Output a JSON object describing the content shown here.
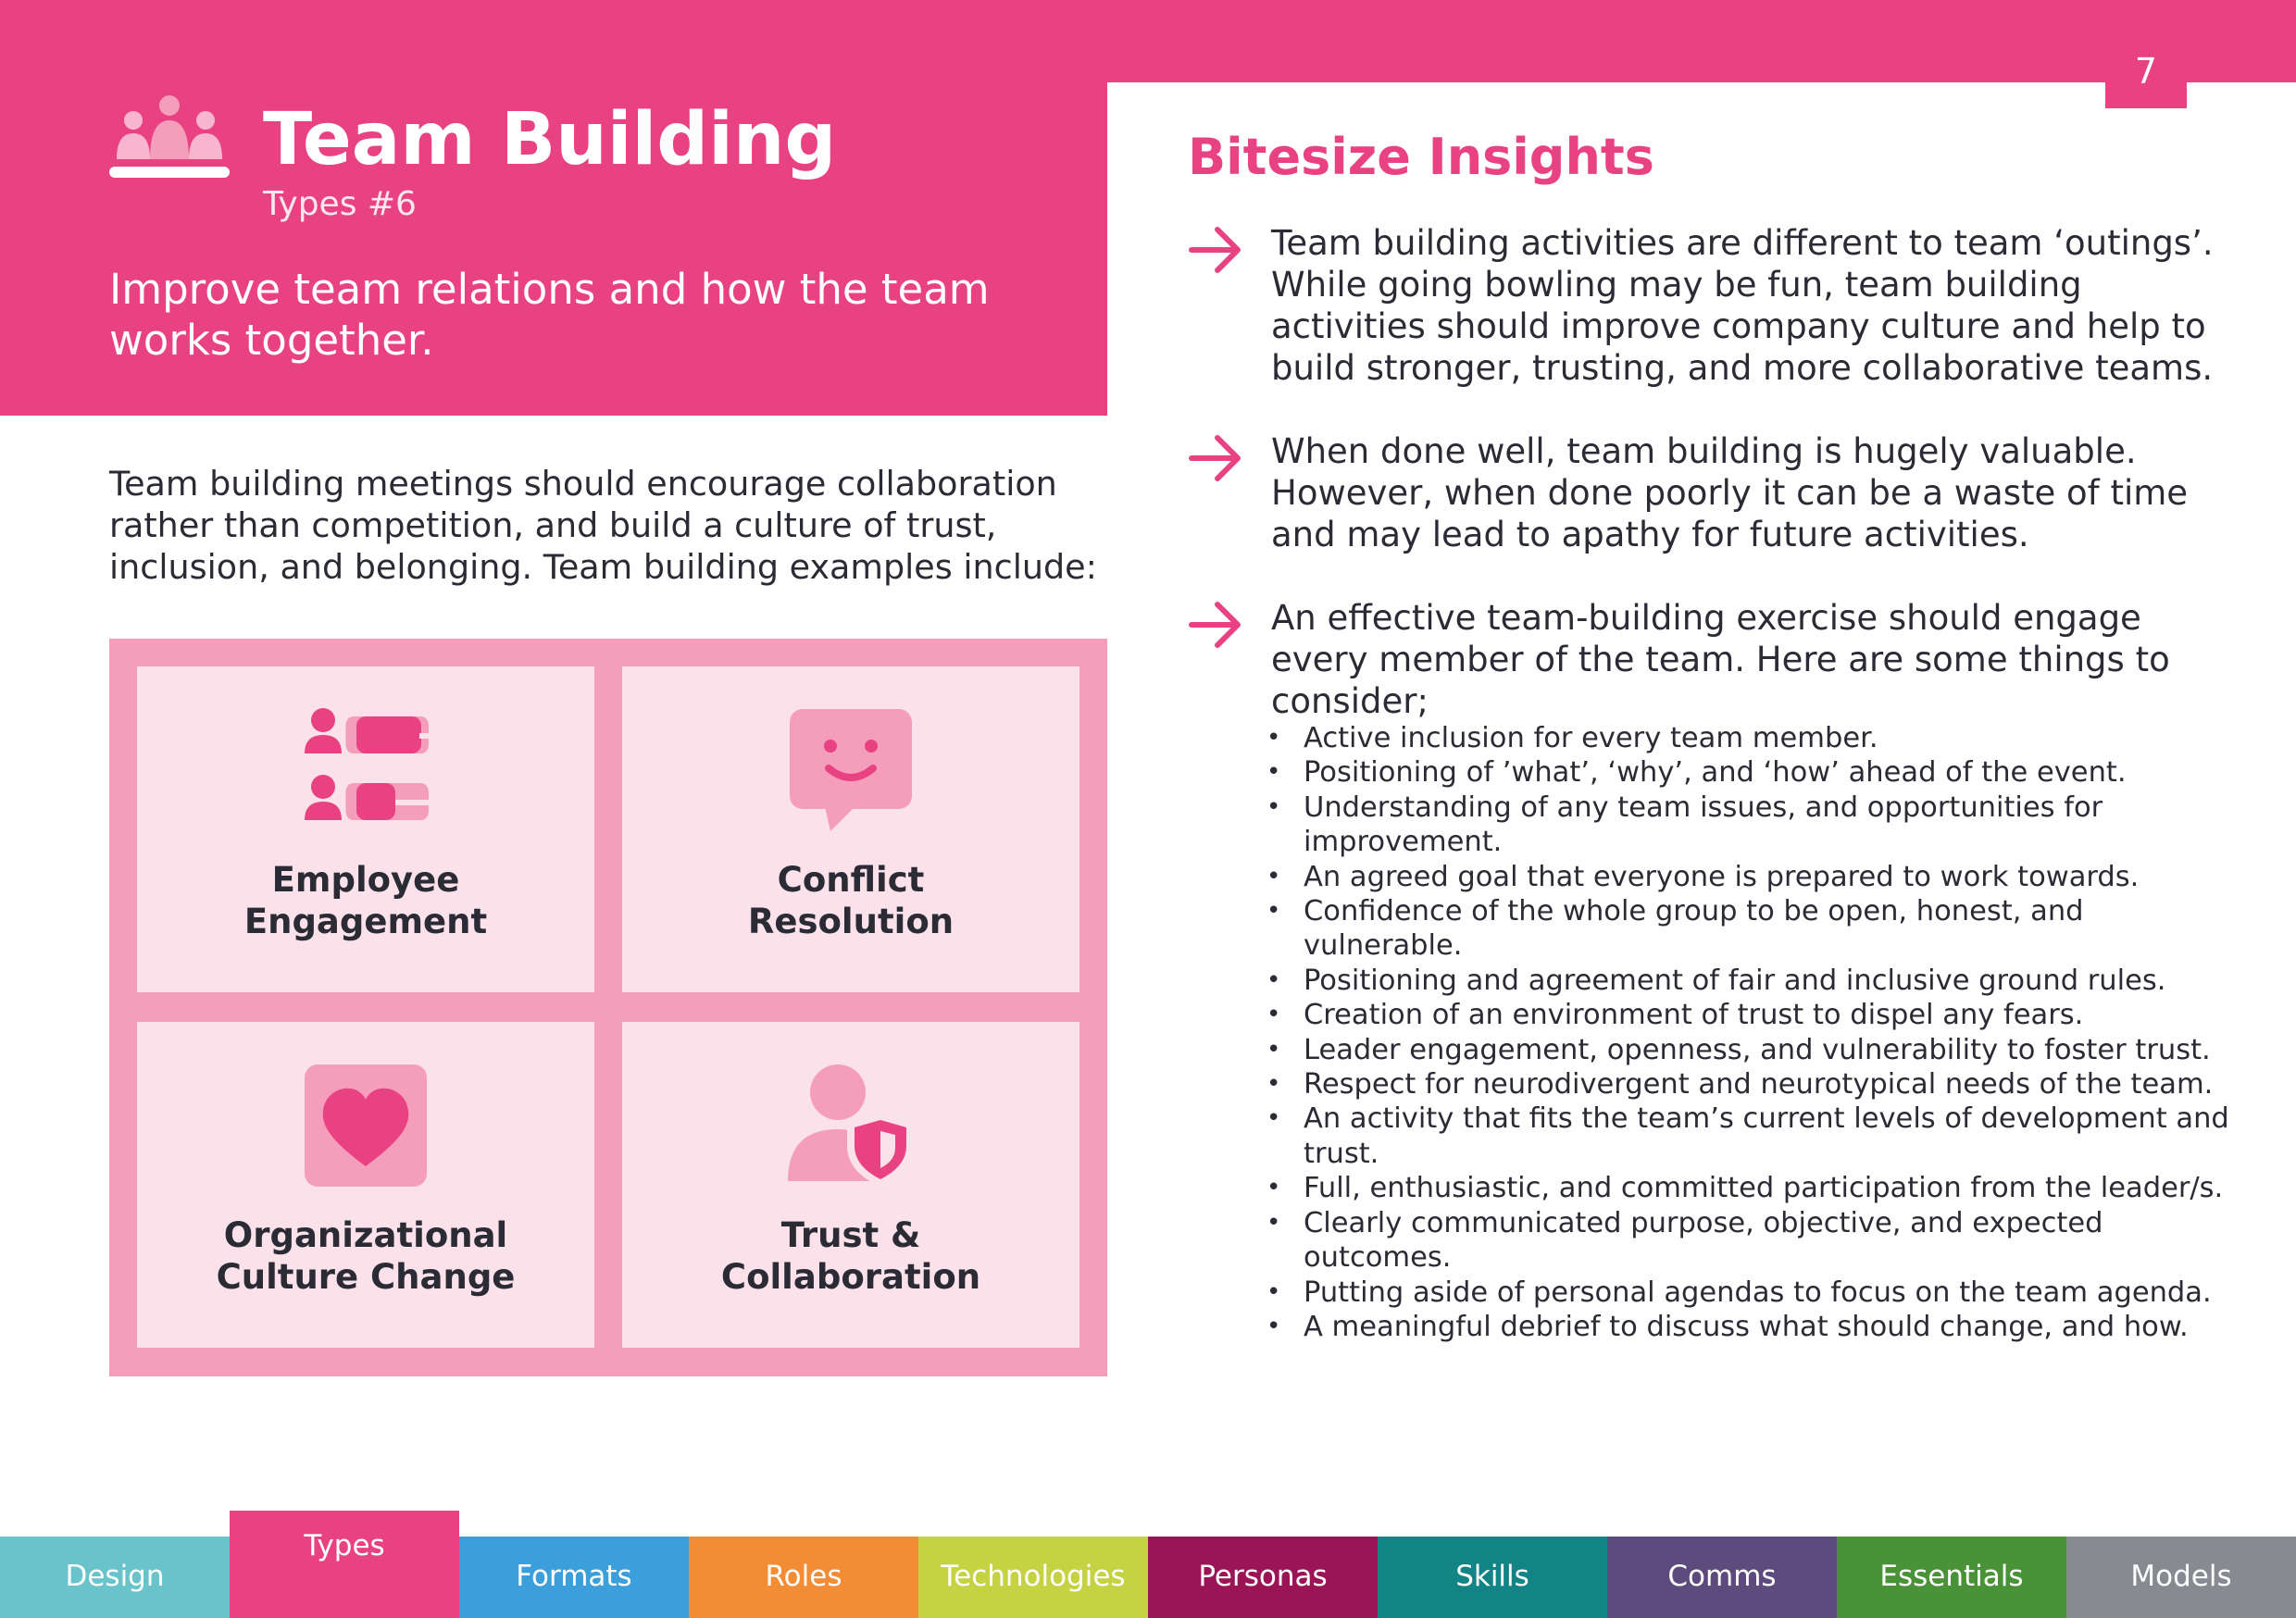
{
  "page_number": "7",
  "header": {
    "title": "Team Building",
    "subtitle": "Types #6",
    "description": "Improve team relations and how the team works together."
  },
  "intro": "Team building meetings should encourage collaboration rather than competition, and build a culture of trust, inclusion, and belonging. Team building examples include:",
  "examples": [
    {
      "label": "Employee\nEngagement",
      "icon": "engagement-icon"
    },
    {
      "label": "Conflict\nResolution",
      "icon": "smile-speech-bubble-icon"
    },
    {
      "label": "Organizational\nCulture Change",
      "icon": "heart-icon"
    },
    {
      "label": "Trust &\nCollaboration",
      "icon": "person-shield-icon"
    }
  ],
  "insights": {
    "title": "Bitesize Insights",
    "items": [
      "Team building activities are different to team ‘outings’. While going bowling may be fun, team building activities should improve company culture and help to build stronger, trusting, and more collaborative teams.",
      "When done well, team building is hugely valuable. However, when done poorly it can be a waste of time and may lead to apathy for future activities.",
      "An effective team-building exercise should engage every member of the team. Here are some things to consider;"
    ],
    "considerations": [
      "Active inclusion for every team member.",
      "Positioning of ’what’, ‘why’, and ‘how’ ahead of the event.",
      "Understanding of any team issues, and opportunities for improvement.",
      "An agreed goal that everyone is prepared to work towards.",
      "Confidence of the whole group to be open, honest, and vulnerable.",
      "Positioning and agreement of fair and inclusive ground rules.",
      "Creation of an environment of trust to dispel any fears.",
      "Leader engagement, openness, and vulnerability to foster trust.",
      "Respect for neurodivergent and neurotypical needs of the team.",
      "An activity that fits the team’s current levels of development and trust.",
      "Full, enthusiastic, and committed participation from the leader/s.",
      "Clearly communicated purpose, objective, and expected outcomes.",
      "Putting aside of personal agendas to focus on the team agenda.",
      "A meaningful debrief to discuss what should change, and how."
    ]
  },
  "nav": [
    {
      "label": "Design",
      "color": "#68c3cb",
      "active": false
    },
    {
      "label": "Types",
      "color": "#e94283",
      "active": true
    },
    {
      "label": "Formats",
      "color": "#3b9fdb",
      "active": false
    },
    {
      "label": "Roles",
      "color": "#f28c35",
      "active": false
    },
    {
      "label": "Technologies",
      "color": "#c5d242",
      "active": false
    },
    {
      "label": "Personas",
      "color": "#9b1455",
      "active": false
    },
    {
      "label": "Skills",
      "color": "#138486",
      "active": false
    },
    {
      "label": "Comms",
      "color": "#5e4b7e",
      "active": false
    },
    {
      "label": "Essentials",
      "color": "#4a9238",
      "active": false
    },
    {
      "label": "Models",
      "color": "#888a92",
      "active": false
    }
  ],
  "colors": {
    "accent": "#e94283",
    "accent_light": "#f49ebb",
    "cell_bg": "#fbe2ea",
    "text": "#2b2b36"
  }
}
